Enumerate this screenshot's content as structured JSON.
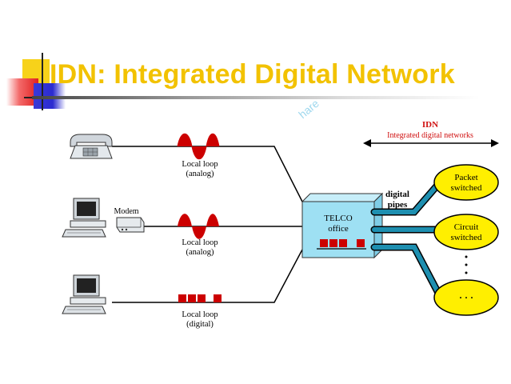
{
  "slide": {
    "title": "IDN: Integrated Digital Network",
    "watermark": "hare"
  },
  "diagram": {
    "idn_label": "IDN",
    "idn_sublabel": "Integrated digital networks",
    "modem_label": "Modem",
    "loops": [
      {
        "line1": "Local loop",
        "line2": "(analog)"
      },
      {
        "line1": "Local loop",
        "line2": "(analog)"
      },
      {
        "line1": "Local loop",
        "line2": "(digital)"
      }
    ],
    "telco": {
      "line1": "TELCO",
      "line2": "office"
    },
    "pipes": {
      "line1": "digital",
      "line2": "pipes"
    },
    "clouds": [
      {
        "line1": "Packet",
        "line2": "switched"
      },
      {
        "line1": "Circuit",
        "line2": "switched"
      },
      {
        "line1": "· · ·"
      }
    ],
    "colors": {
      "title": "#F2C200",
      "signal": "#CC0000",
      "network": "#FFEF00",
      "pipe": "#1E8FB0",
      "box": "#9EE0F3",
      "idn_label": "#D01010"
    }
  }
}
